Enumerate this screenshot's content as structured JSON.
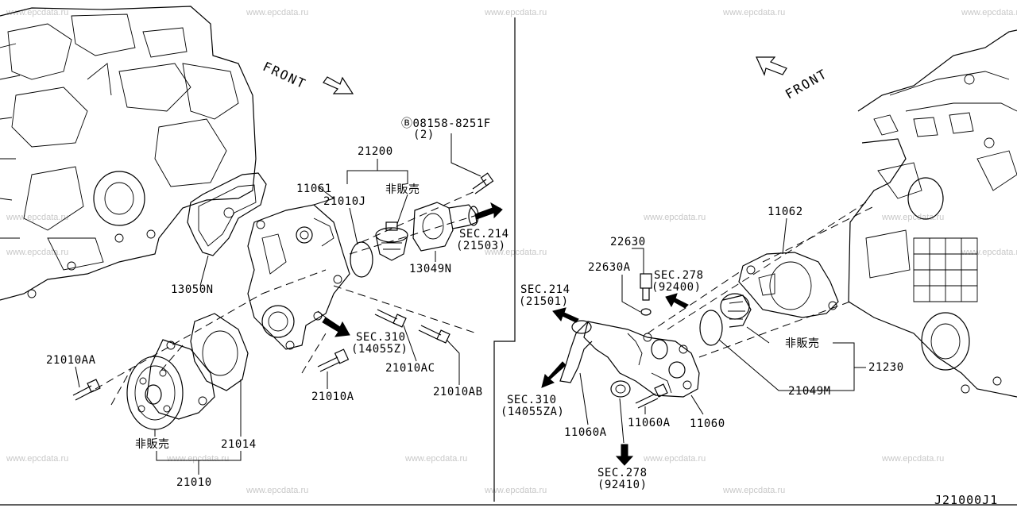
{
  "watermark": "www.epcdata.ru",
  "diagram_code": "J21000J1",
  "front_label": "FRONT",
  "left_assembly": {
    "bolt_ref": "Ⓑ08158-8251F",
    "bolt_qty": "(2)",
    "thermostat_set": "21200",
    "o_ring": "21010J",
    "not_for_sale_1": "非販売",
    "housing": "11061",
    "gasket": "13050N",
    "inlet": "13049N",
    "sec214_a": "SEC.214",
    "sec214_b": "(21503)",
    "sec310_a": "SEC.310",
    "sec310_b": "(14055Z)",
    "bolt_aa": "21010AA",
    "bolt_ac": "21010AC",
    "bolt_ab": "21010AB",
    "bolt_a": "21010A",
    "pump_gasket": "21014",
    "not_for_sale_2": "非販売",
    "water_pump": "21010"
  },
  "right_assembly": {
    "sensor": "22630",
    "sensor_washer": "22630A",
    "sec278_a": "SEC.278",
    "sec278_b": "(92400)",
    "sec214_a": "SEC.214",
    "sec214_b": "(21501)",
    "gasket": "11062",
    "not_for_sale": "非販売",
    "thermostat_set": "21230",
    "o_ring": "21049M",
    "sec310_a": "SEC.310",
    "sec310_b": "(14055ZA)",
    "outlet_a": "11060A",
    "bolt_a": "11060A",
    "outlet": "11060",
    "sec278_c": "SEC.278",
    "sec278_d": "(92410)"
  }
}
